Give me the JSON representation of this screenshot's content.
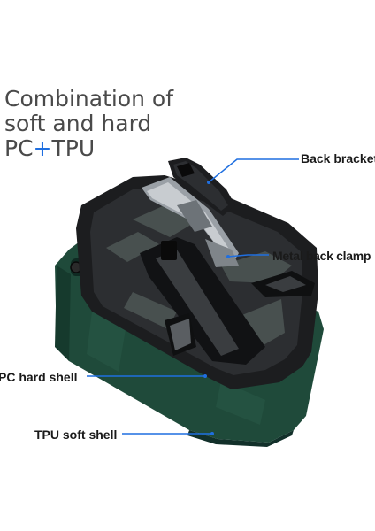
{
  "headline": {
    "line1": "Combination of",
    "line2": "soft and hard",
    "line3_a": "PC",
    "line3_plus": "+",
    "line3_b": "TPU"
  },
  "callouts": {
    "back_bracket": "Back bracket",
    "metal_back_clamp": "Metal back clamp",
    "pc_hard_shell": "PC hard shell",
    "tpu_soft_shell": "TPU soft shell"
  },
  "colors": {
    "leader_line": "#1f6fe0",
    "tpu_green": "#1f4a3a",
    "pc_black": "#1c1d1f",
    "metal": "#9aa0a6",
    "accent_plus": "#1f6fe0"
  }
}
